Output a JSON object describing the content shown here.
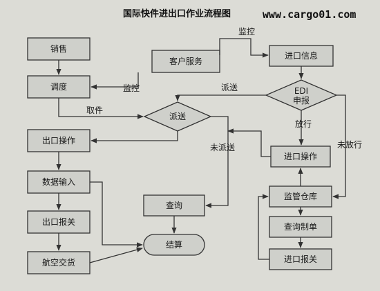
{
  "title": "国际快件进出口作业流程图",
  "watermark": "www.cargo01.com",
  "nodes": {
    "sales": "销售",
    "dispatch": "调度",
    "customer_service": "客户服务",
    "send_decision": "派送",
    "export_op": "出口操作",
    "data_input": "数据输入",
    "export_customs": "出口报关",
    "air_delivery": "航空交货",
    "query": "查询",
    "settlement": "结算",
    "import_info": "进口信息",
    "edi_1": "EDI",
    "edi_2": "申报",
    "import_op": "进口操作",
    "bonded_warehouse": "监管仓库",
    "query_documents": "查询制单",
    "import_customs": "进口报关"
  },
  "edge_labels": {
    "monitor_top": "监控",
    "monitor_dispatch": "监控",
    "pickup": "取件",
    "deliver": "派送",
    "not_delivered": "未派送",
    "released": "放行",
    "not_released": "未放行"
  }
}
